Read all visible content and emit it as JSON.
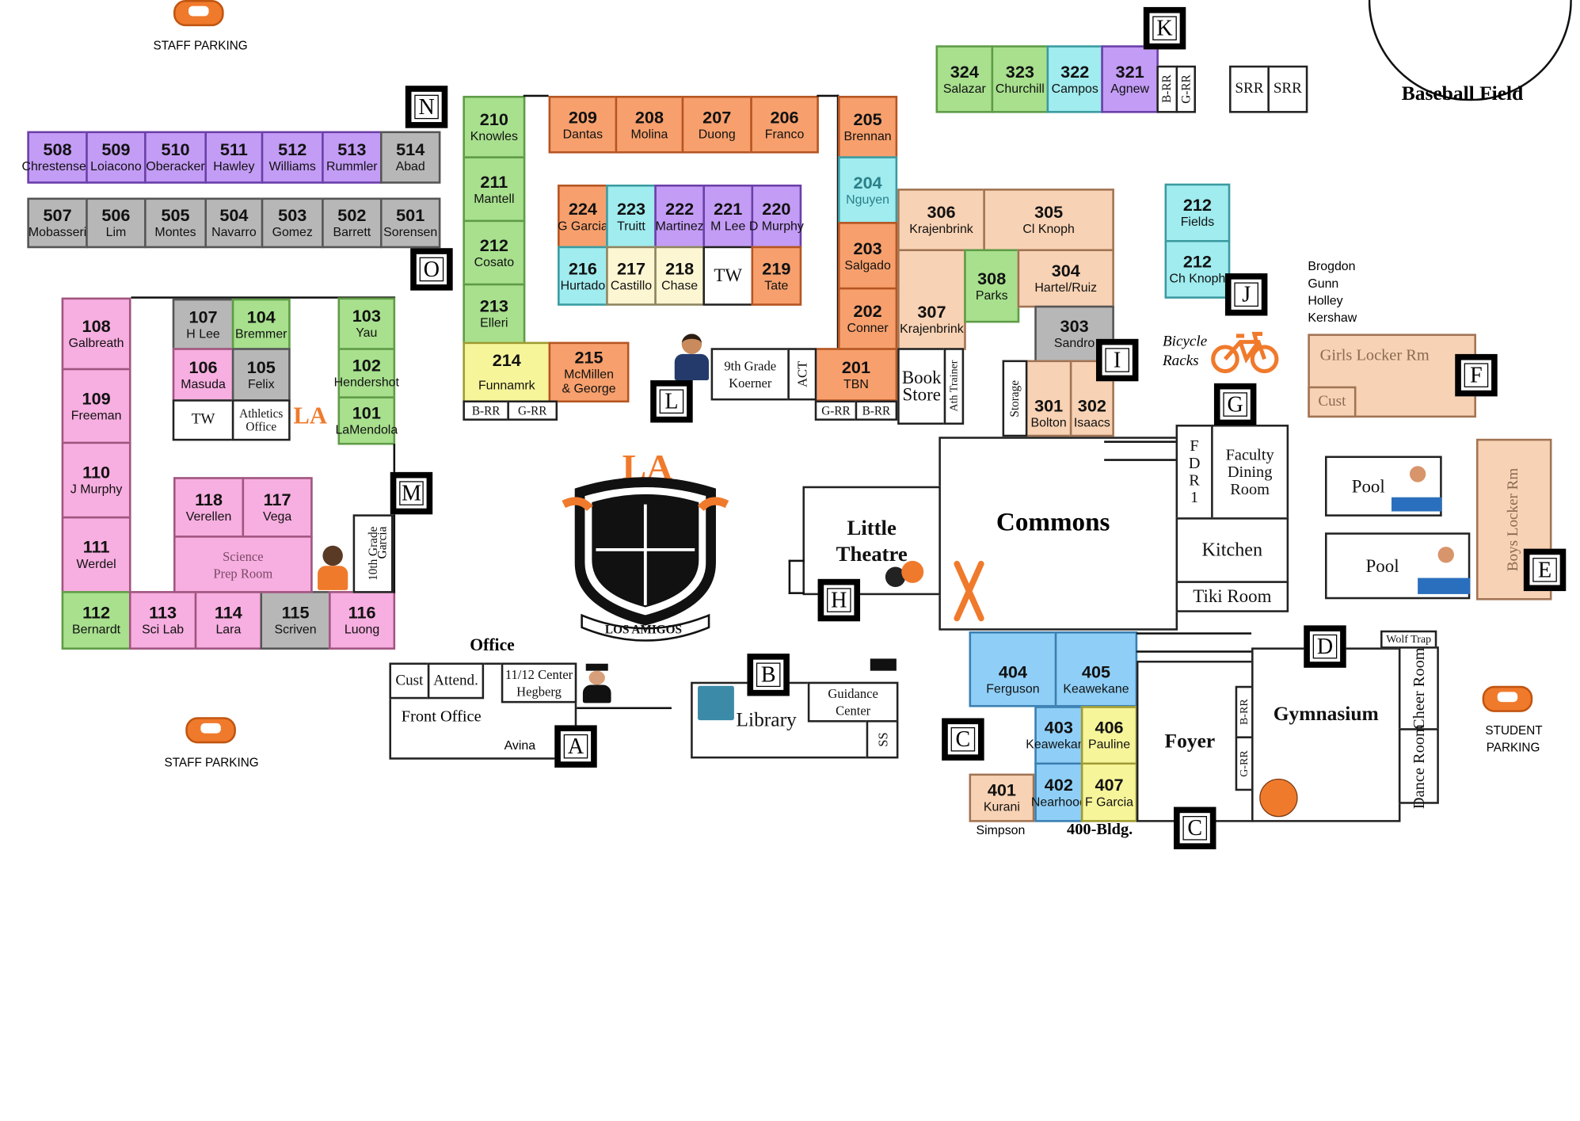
{
  "parking": {
    "staff_top": "STAFF PARKING",
    "staff_bottom": "STAFF PARKING",
    "student_line1": "STUDENT",
    "student_line2": "PARKING"
  },
  "landmarks": {
    "baseball": "Baseball Field",
    "commons": "Commons",
    "little_theatre_1": "Little",
    "little_theatre_2": "Theatre",
    "library": "Library",
    "guidance_1": "Guidance",
    "guidance_2": "Center",
    "ss": "SS",
    "office_title": "Office",
    "cust": "Cust",
    "attend": "Attend.",
    "center_1": "11/12 Center",
    "center_2": "Hegberg",
    "front_office": "Front Office",
    "avina": "Avina",
    "foyer": "Foyer",
    "gymnasium": "Gymnasium",
    "kitchen": "Kitchen",
    "tiki": "Tiki Room",
    "faculty_1": "Faculty",
    "faculty_2": "Dining",
    "faculty_3": "Room",
    "fdr_f": "F",
    "fdr_d": "D",
    "fdr_r": "R",
    "fdr_1": "1",
    "girls_locker": "Girls Locker Rm",
    "girls_cust": "Cust",
    "boys_locker": "Boys Locker Rm",
    "pool1": "Pool",
    "pool2": "Pool",
    "wolf_trap": "Wolf Trap",
    "cheer_room": "Cheer Room",
    "dance_room": "Dance Room",
    "bldg400": "400-Bldg.",
    "simpson": "Simpson",
    "bicycle_1": "Bicycle",
    "bicycle_2": "Racks",
    "ninth_1": "9th Grade",
    "ninth_2": "Koerner",
    "act": "ACT",
    "book_1": "Book",
    "book_2": "Store",
    "ath_trainer": "Ath Trainer",
    "storage": "Storage",
    "athletics_1": "Athletics",
    "athletics_2": "Office",
    "tw1": "TW",
    "tw2": "TW",
    "tenth_1": "10th Grade",
    "tenth_2": "Garcia",
    "science_1": "Science",
    "science_2": "Prep Room",
    "srr1": "SRR",
    "srr2": "SRR",
    "brr_k": "B-RR",
    "grr_k": "G-RR",
    "brr_214": "B-RR",
    "grr_214": "G-RR",
    "grr_201": "G-RR",
    "brr_201": "B-RR",
    "brr_gym": "B-RR",
    "grr_gym": "G-RR",
    "staff_list": [
      "Brogdon",
      "Gunn",
      "Holley",
      "Kershaw"
    ],
    "crest_text": "LOS AMIGOS"
  },
  "markers": {
    "A": "A",
    "B": "B",
    "C1": "C",
    "C2": "C",
    "D": "D",
    "E": "E",
    "F": "F",
    "G": "G",
    "H": "H",
    "I": "I",
    "J": "J",
    "K": "K",
    "L": "L",
    "M": "M",
    "N": "N",
    "O": "O"
  },
  "rooms": {
    "r508": {
      "num": "508",
      "t": "Chrestensen"
    },
    "r509": {
      "num": "509",
      "t": "Loiacono"
    },
    "r510": {
      "num": "510",
      "t": "Oberacker"
    },
    "r511": {
      "num": "511",
      "t": "Hawley"
    },
    "r512": {
      "num": "512",
      "t": "Williams"
    },
    "r513": {
      "num": "513",
      "t": "Rummler"
    },
    "r514": {
      "num": "514",
      "t": "Abad"
    },
    "r507": {
      "num": "507",
      "t": "Mobasseri"
    },
    "r506": {
      "num": "506",
      "t": "Lim"
    },
    "r505": {
      "num": "505",
      "t": "Montes"
    },
    "r504": {
      "num": "504",
      "t": "Navarro"
    },
    "r503": {
      "num": "503",
      "t": "Gomez"
    },
    "r502": {
      "num": "502",
      "t": "Barrett"
    },
    "r501": {
      "num": "501",
      "t": "Sorensen"
    },
    "r108": {
      "num": "108",
      "t": "Galbreath"
    },
    "r109": {
      "num": "109",
      "t": "Freeman"
    },
    "r110": {
      "num": "110",
      "t": "J Murphy"
    },
    "r111": {
      "num": "111",
      "t": "Werdel"
    },
    "r112": {
      "num": "112",
      "t": "Bernardt"
    },
    "r113": {
      "num": "113",
      "t": "Sci Lab"
    },
    "r114": {
      "num": "114",
      "t": "Lara"
    },
    "r115": {
      "num": "115",
      "t": "Scriven"
    },
    "r116": {
      "num": "116",
      "t": "Luong"
    },
    "r107": {
      "num": "107",
      "t": "H Lee"
    },
    "r104": {
      "num": "104",
      "t": "Bremmer"
    },
    "r106": {
      "num": "106",
      "t": "Masuda"
    },
    "r105": {
      "num": "105",
      "t": "Felix"
    },
    "r103": {
      "num": "103",
      "t": "Yau"
    },
    "r102": {
      "num": "102",
      "t": "Hendershot"
    },
    "r101": {
      "num": "101",
      "t": "LaMendola"
    },
    "r118": {
      "num": "118",
      "t": "Verellen"
    },
    "r117": {
      "num": "117",
      "t": "Vega"
    },
    "r210": {
      "num": "210",
      "t": "Knowles"
    },
    "r211": {
      "num": "211",
      "t": "Mantell"
    },
    "r212": {
      "num": "212",
      "t": "Cosato"
    },
    "r213": {
      "num": "213",
      "t": "Elleri"
    },
    "r214": {
      "num": "214",
      "t": "Funnamrk"
    },
    "r215": {
      "num": "215",
      "t": "McMillen & George"
    },
    "r209": {
      "num": "209",
      "t": "Dantas"
    },
    "r208": {
      "num": "208",
      "t": "Molina"
    },
    "r207": {
      "num": "207",
      "t": "Duong"
    },
    "r206": {
      "num": "206",
      "t": "Franco"
    },
    "r205": {
      "num": "205",
      "t": "Brennan"
    },
    "r204": {
      "num": "204",
      "t": "Nguyen"
    },
    "r203": {
      "num": "203",
      "t": "Salgado"
    },
    "r202": {
      "num": "202",
      "t": "Conner"
    },
    "r201": {
      "num": "201",
      "t": "TBN"
    },
    "r224": {
      "num": "224",
      "t": "G Garcia"
    },
    "r223": {
      "num": "223",
      "t": "Truitt"
    },
    "r222": {
      "num": "222",
      "t": "Martinez"
    },
    "r221": {
      "num": "221",
      "t": "M Lee"
    },
    "r220": {
      "num": "220",
      "t": "D Murphy"
    },
    "r216": {
      "num": "216",
      "t": "Hurtado"
    },
    "r217": {
      "num": "217",
      "t": "Castillo"
    },
    "r218": {
      "num": "218",
      "t": "Chase"
    },
    "r219": {
      "num": "219",
      "t": "Tate"
    },
    "r324": {
      "num": "324",
      "t": "Salazar"
    },
    "r323": {
      "num": "323",
      "t": "Churchill"
    },
    "r322": {
      "num": "322",
      "t": "Campos"
    },
    "r321": {
      "num": "321",
      "t": "Agnew"
    },
    "r306": {
      "num": "306",
      "t": "Krajenbrink"
    },
    "r305": {
      "num": "305",
      "t": "Cl Knoph"
    },
    "r307": {
      "num": "307",
      "t": "Krajenbrink"
    },
    "r308": {
      "num": "308",
      "t": "Parks"
    },
    "r304": {
      "num": "304",
      "t": "Hartel/Ruiz"
    },
    "r303": {
      "num": "303",
      "t": "Sandro"
    },
    "r301": {
      "num": "301",
      "t": "Bolton"
    },
    "r302": {
      "num": "302",
      "t": "Isaacs"
    },
    "r212b": {
      "num": "212",
      "t": "Fields"
    },
    "r212c": {
      "num": "212",
      "t": "Ch Knoph"
    },
    "r404": {
      "num": "404",
      "t": "Ferguson"
    },
    "r405": {
      "num": "405",
      "t": "Keawekane"
    },
    "r403": {
      "num": "403",
      "t": "Keawekane"
    },
    "r406": {
      "num": "406",
      "t": "Pauline"
    },
    "r401": {
      "num": "401",
      "t": "Kurani"
    },
    "r402": {
      "num": "402",
      "t": "Nearhood"
    },
    "r407": {
      "num": "407",
      "t": "F Garcia"
    }
  },
  "colors": {
    "purple": "#c39cf5",
    "gray": "#b7b7b7",
    "green": "#a8e08e",
    "pink": "#f7aee0",
    "orange": "#f7a06d",
    "cyan": "#a0ecef",
    "blue": "#8fcff7",
    "yellow": "#f7f59a",
    "peach": "#f8d2b4"
  }
}
